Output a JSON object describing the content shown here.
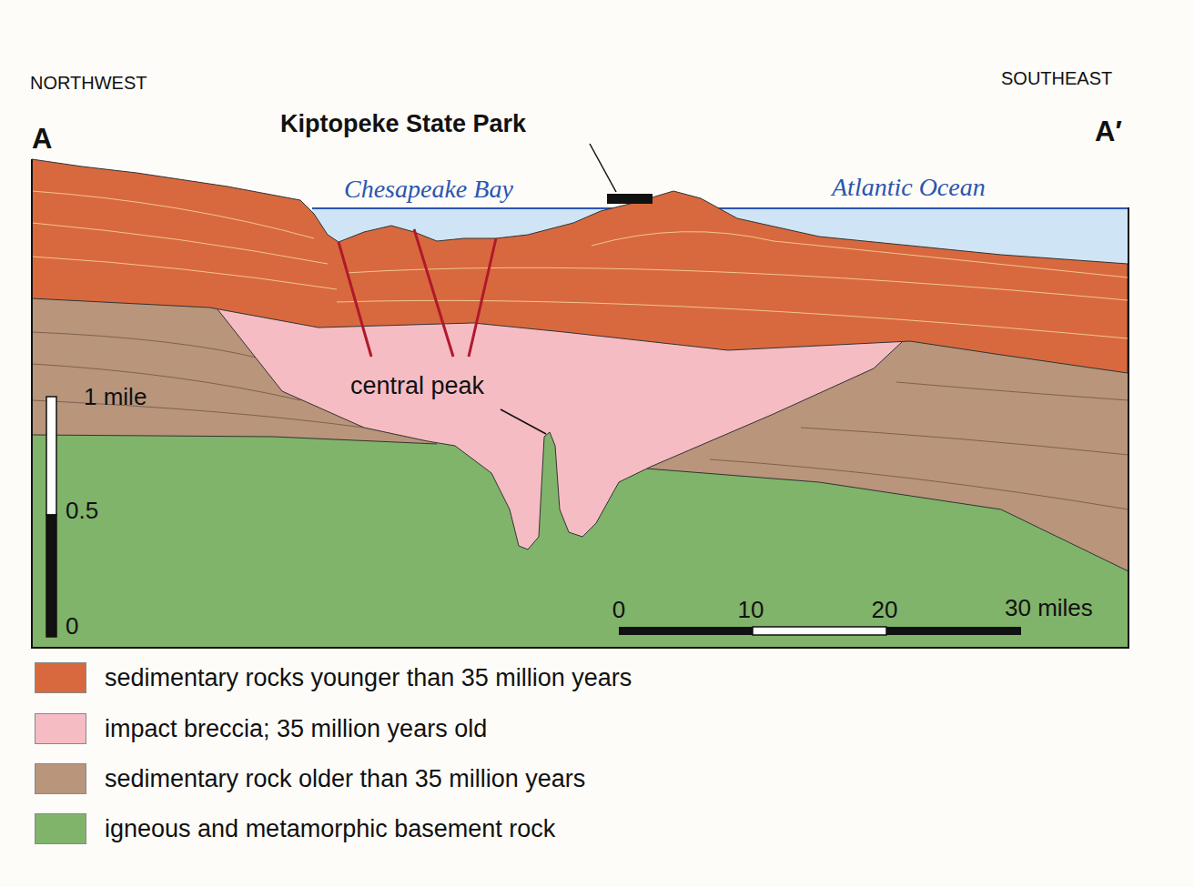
{
  "diagram": {
    "labels": [
      "NORTHWEST",
      "SOUTHEAST",
      "A",
      "A′",
      "Kiptopeke State Park",
      "Chesapeake Bay",
      "Atlantic Ocean",
      "central peak",
      "1 mile",
      "0.5",
      "0",
      "0",
      "10",
      "20",
      "30 miles"
    ],
    "legend": [
      {
        "text": "sedimentary rocks younger than 35 million years",
        "color": "#d8693e"
      },
      {
        "text": "impact breccia; 35 million years old",
        "color": "#f5bcc4"
      },
      {
        "text": "sedimentary rock older than 35 million years",
        "color": "#b8957b"
      },
      {
        "text": "igneous and metamorphic basement rock",
        "color": "#80b46b"
      }
    ]
  }
}
